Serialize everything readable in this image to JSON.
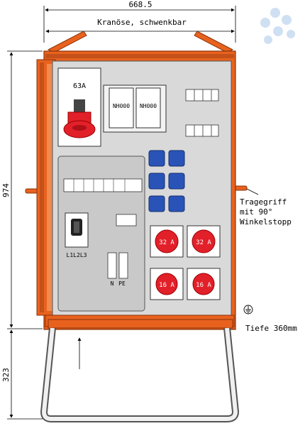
{
  "dimensions": {
    "width_label": "668.5",
    "height_label": "974",
    "stand_label": "323"
  },
  "annotations": {
    "top": "Kranöse, schwenkbar",
    "handle_line1": "Tragegriff",
    "handle_line2": "mit 90°",
    "handle_line3": "Winkelstopp",
    "depth": "Tiefe 360mm"
  },
  "components": {
    "main_socket_rating": "63A",
    "fuse_left": "NH000",
    "fuse_right": "NH000",
    "switch_terminals": "L1L2L3",
    "terminal_n": "N",
    "terminal_pe": "PE",
    "socket_32a_left": "32 A",
    "socket_32a_right": "32 A",
    "socket_16a_left": "16 A",
    "socket_16a_right": "16 A"
  },
  "colors": {
    "housing": "#e8621e",
    "housing_dark": "#b4440f",
    "panel": "#d9d9d9",
    "cee_red": "#e2202a",
    "schuko_blue": "#2a53b8",
    "stand": "#f0f0f0"
  },
  "icons": {
    "logo": "droplet-cluster-logo",
    "ground": "ground-symbol-icon"
  }
}
